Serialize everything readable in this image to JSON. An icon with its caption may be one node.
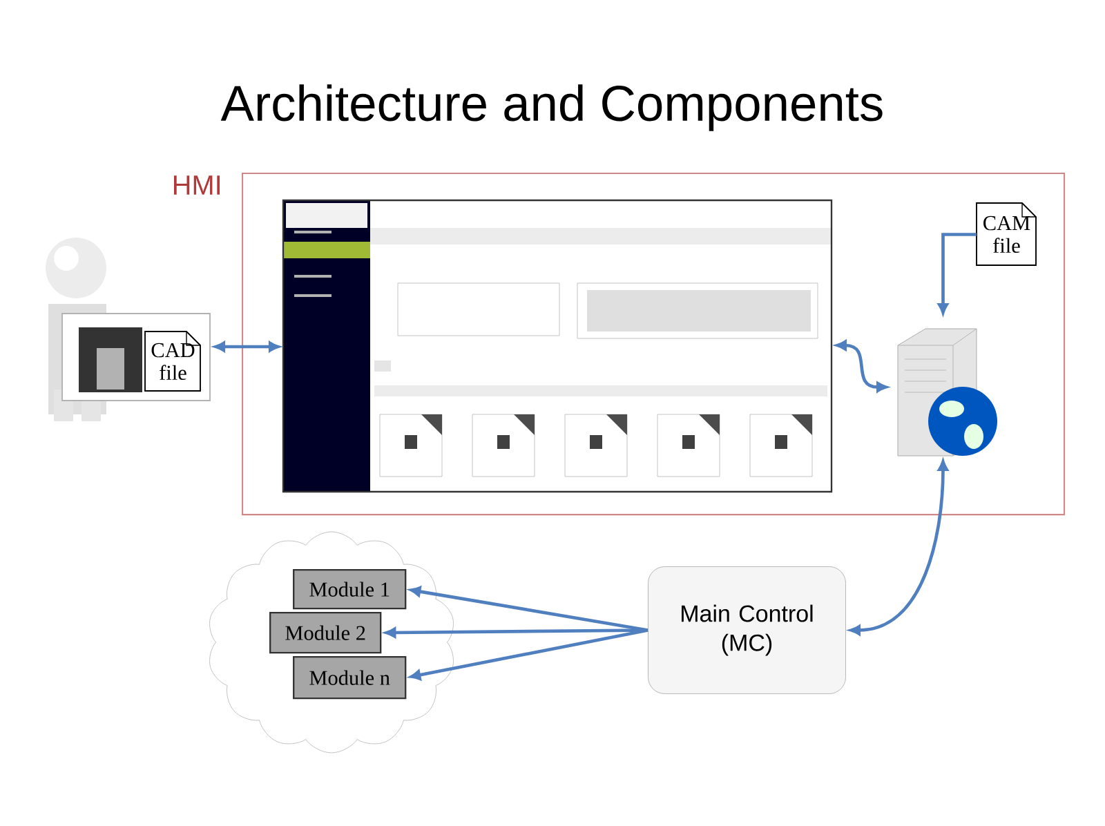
{
  "diagram": {
    "title": "Architecture and Components",
    "nodes": [
      {
        "text": [
          "HMI"
        ]
      },
      {
        "text": [],
        "shape": "picture",
        "in": 0
      },
      {
        "text": [],
        "shape": "person"
      },
      {
        "text": [
          "CAD file"
        ],
        "in": 2
      },
      {
        "text": [],
        "shape": "picture",
        "in": 0
      },
      {
        "text": [
          "CAM file"
        ],
        "in": 0
      },
      {
        "text": [],
        "shape": "cloud"
      },
      {
        "text": [
          "Module 1"
        ],
        "in": 6
      },
      {
        "text": [
          "Module 2"
        ],
        "in": 6
      },
      {
        "text": [
          "Module n"
        ],
        "in": 6
      },
      {
        "text": [
          "Main Control (MC)"
        ]
      }
    ],
    "edges": [
      {
        "from": 2,
        "to": 1,
        "arrow": "both"
      },
      {
        "from": 4,
        "to": 1,
        "arrow": "both"
      },
      {
        "from": 5,
        "to": 4,
        "arrow": "to"
      },
      {
        "from": 10,
        "to": 4,
        "arrow": "both"
      },
      {
        "from": 10,
        "to": 7,
        "arrow": "to"
      },
      {
        "from": 10,
        "to": 8,
        "arrow": "to"
      },
      {
        "from": 10,
        "to": 9,
        "arrow": "to"
      }
    ]
  }
}
